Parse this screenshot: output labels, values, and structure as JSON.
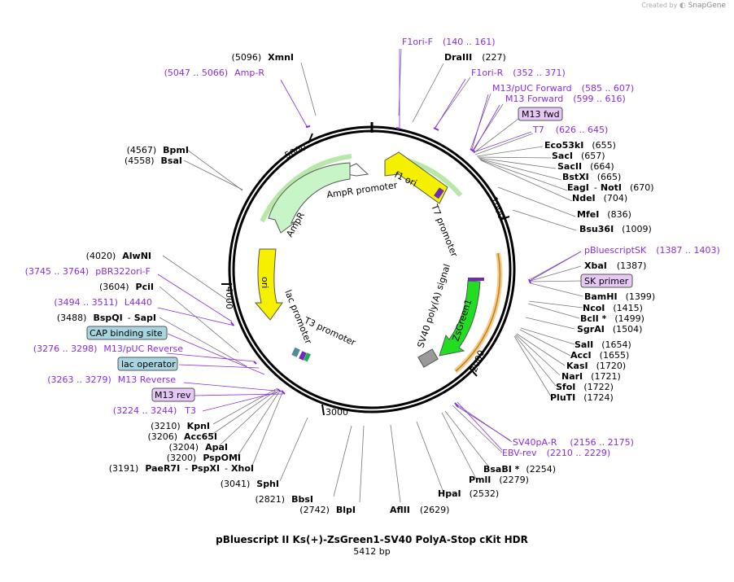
{
  "credit": {
    "prefix": "Created by",
    "brand": "SnapGene"
  },
  "map": {
    "title": "pBluescript II Ks(+)-ZsGreen1-SV40 PolyA-Stop cKit HDR",
    "size": "5412 bp",
    "ticks": [
      {
        "label": "1000"
      },
      {
        "label": "2000"
      },
      {
        "label": "3000"
      },
      {
        "label": "4000"
      },
      {
        "label": "5000"
      }
    ]
  },
  "enzymes": [
    {
      "pos": "(227)",
      "name": "DraIII"
    },
    {
      "name": "Eco53kI",
      "pos": "(655)"
    },
    {
      "name": "SacI",
      "pos": "(657)"
    },
    {
      "name": "SacII",
      "pos": "(664)"
    },
    {
      "name": "BstXI",
      "pos": "(665)"
    },
    {
      "name": "EagI",
      "sep": "-",
      "name2": "NotI",
      "pos": "(670)"
    },
    {
      "name": "NdeI",
      "pos": "(704)"
    },
    {
      "name": "MfeI",
      "pos": "(836)"
    },
    {
      "name": "Bsu36I",
      "pos": "(1009)"
    },
    {
      "name": "XbaI",
      "pos": "(1387)"
    },
    {
      "name": "BamHI",
      "pos": "(1399)"
    },
    {
      "name": "NcoI",
      "pos": "(1415)"
    },
    {
      "name": "BclI *",
      "pos": "(1499)"
    },
    {
      "name": "SgrAI",
      "pos": "(1504)"
    },
    {
      "name": "SalI",
      "pos": "(1654)"
    },
    {
      "name": "AccI",
      "pos": "(1655)"
    },
    {
      "name": "KasI",
      "pos": "(1720)"
    },
    {
      "name": "NarI",
      "pos": "(1721)"
    },
    {
      "name": "SfoI",
      "pos": "(1722)"
    },
    {
      "name": "PluTI",
      "pos": "(1724)"
    },
    {
      "name": "BsaBI *",
      "pos": "(2254)"
    },
    {
      "name": "PmlI",
      "pos": "(2279)"
    },
    {
      "name": "HpaI",
      "pos": "(2532)"
    },
    {
      "name": "AflII",
      "pos": "(2629)"
    },
    {
      "pos": "(2742)",
      "name": "BlpI"
    },
    {
      "pos": "(2821)",
      "name": "BbsI"
    },
    {
      "pos": "(3041)",
      "name": "SphI"
    },
    {
      "pos": "(3191)",
      "name": "PaeR7I",
      "sep": "-",
      "name2": "PspXI",
      "sep2": "-",
      "name3": "XhoI"
    },
    {
      "pos": "(3200)",
      "name": "PspOMI"
    },
    {
      "pos": "(3204)",
      "name": "ApaI"
    },
    {
      "pos": "(3206)",
      "name": "Acc65I"
    },
    {
      "pos": "(3210)",
      "name": "KpnI"
    },
    {
      "pos": "(3488)",
      "name": "BspQI",
      "sep": "-",
      "name2": "SapI"
    },
    {
      "pos": "(3604)",
      "name": "PciI"
    },
    {
      "pos": "(4020)",
      "name": "AlwNI"
    },
    {
      "pos": "(4558)",
      "name": "BsaI"
    },
    {
      "pos": "(4567)",
      "name": "BpmI"
    },
    {
      "pos": "(5096)",
      "name": "XmnI"
    }
  ],
  "primers": [
    {
      "name": "F1ori-F",
      "range": "(140 .. 161)"
    },
    {
      "name": "F1ori-R",
      "range": "(352 .. 371)"
    },
    {
      "name": "M13/pUC Forward",
      "range": "(585 .. 607)"
    },
    {
      "name": "M13 Forward",
      "range": "(599 .. 616)"
    },
    {
      "name": "T7",
      "range": "(626 .. 645)"
    },
    {
      "name": "pBluescriptSK",
      "range": "(1387 .. 1403)"
    },
    {
      "name": "SV40pA-R",
      "range": "(2156 .. 2175)"
    },
    {
      "name": "EBV-rev",
      "range": "(2210 .. 2229)"
    },
    {
      "range": "(5047 .. 5066)",
      "name": "Amp-R"
    },
    {
      "range": "(3745 .. 3764)",
      "name": "pBR322ori-F"
    },
    {
      "range": "(3494 .. 3511)",
      "name": "L4440"
    },
    {
      "range": "(3276 .. 3298)",
      "name": "M13/pUC Reverse"
    },
    {
      "range": "(3263 .. 3279)",
      "name": "M13 Reverse"
    },
    {
      "range": "(3224 .. 3244)",
      "name": "T3"
    }
  ],
  "boxed": [
    {
      "name": "M13 fwd",
      "color": "#e6c8f5"
    },
    {
      "name": "SK primer",
      "color": "#e6c8f5"
    },
    {
      "name": "CAP binding site",
      "color": "#a8d5e2"
    },
    {
      "name": "lac operator",
      "color": "#a8d5e2"
    },
    {
      "name": "M13 rev",
      "color": "#e6c8f5"
    }
  ],
  "features": [
    {
      "name": "f1 ori",
      "color": "#f5ef00"
    },
    {
      "name": "AmpR promoter",
      "color": "#ffffff"
    },
    {
      "name": "AmpR",
      "color": "#c8f5c8"
    },
    {
      "name": "ori",
      "color": "#f5ef00"
    },
    {
      "name": "ZsGreen1",
      "color": "#22dd22"
    },
    {
      "name": "SV40 poly(A) signal",
      "color": "#999999"
    },
    {
      "name": "T7 promoter"
    },
    {
      "name": "lac promoter"
    },
    {
      "name": "T3 promoter"
    }
  ],
  "colors": {
    "primer": "#8a2be2",
    "backbone": "#000000"
  }
}
